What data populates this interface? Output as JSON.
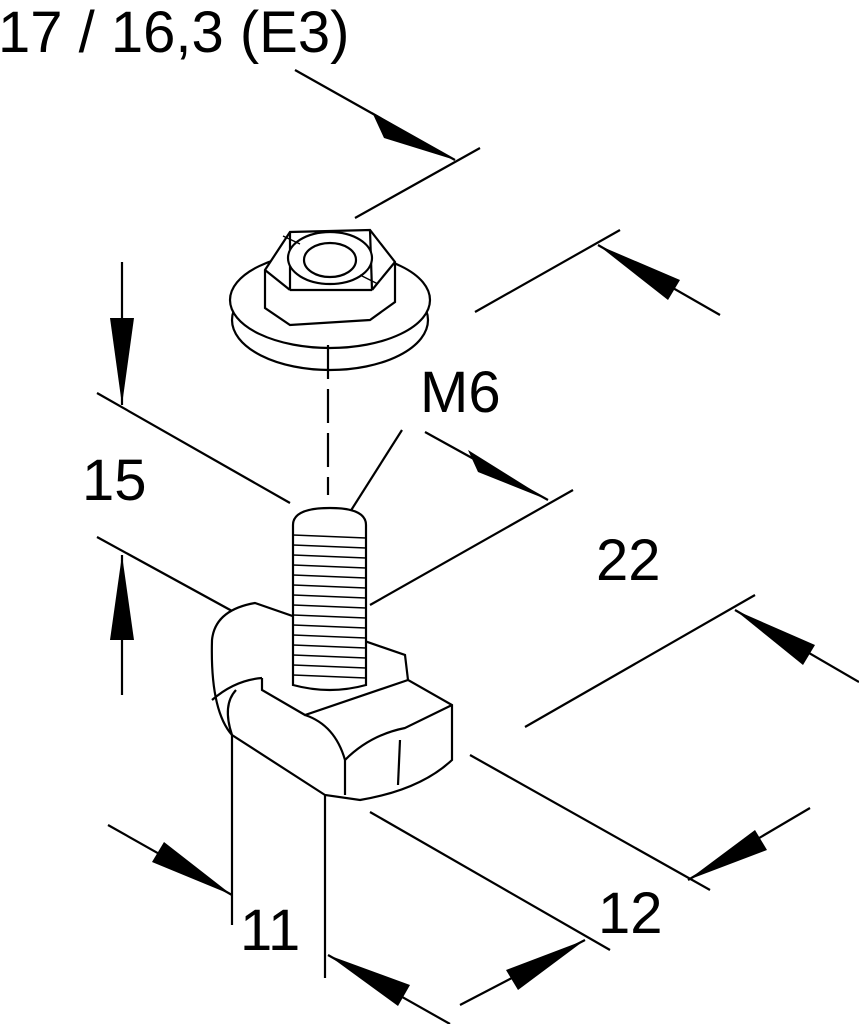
{
  "drawing": {
    "labels": {
      "nut_dimension": "17 / 16,3 (E3)",
      "thread": "M6",
      "height": "15",
      "length": "22",
      "width": "12",
      "slot_width": "11"
    },
    "colors": {
      "line": "#000000",
      "background": "#ffffff"
    }
  }
}
